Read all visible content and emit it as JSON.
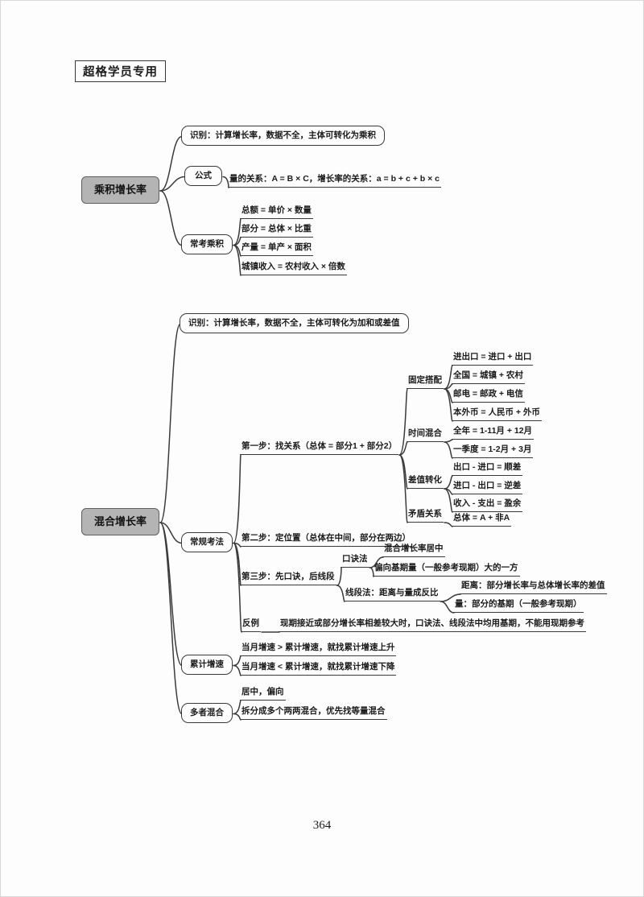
{
  "page": {
    "stamp": "超格学员专用",
    "page_number": "364"
  },
  "colors": {
    "root_fill": "#b4b4b4",
    "root_border": "#5f5f5f",
    "line": "#3a3a3a",
    "text": "#1a1a1a"
  },
  "map1": {
    "root": "乘积增长率",
    "recognize": "识别：计算增长率，数据不全，主体可转化为乘积",
    "formula_label": "公式",
    "formula_text": "量的关系：A = B × C，增长率的关系：a = b + c + b × c",
    "common_label": "常考乘积",
    "common_items": [
      "总额 = 单价 × 数量",
      "部分 = 总体 × 比重",
      "产量 = 单产 × 面积",
      "城镇收入 = 农村收入 × 倍数"
    ]
  },
  "map2": {
    "root": "混合增长率",
    "recognize": "识别：计算增长率，数据不全，主体可转化为加和或差值",
    "standard_label": "常规考法",
    "step1": "第一步：找关系（总体 = 部分1 + 部分2）",
    "fixed_label": "固定搭配",
    "fixed_items": [
      "进出口 = 进口 + 出口",
      "全国 = 城镇 + 农村",
      "邮电 = 邮政 + 电信",
      "本外币 = 人民币 + 外币"
    ],
    "time_label": "时间混合",
    "time_items": [
      "全年 = 1-11月 + 12月",
      "一季度 = 1-2月 + 3月"
    ],
    "diff_label": "差值转化",
    "diff_items": [
      "出口 - 进口 = 顺差",
      "进口 - 出口 = 逆差",
      "收入 - 支出 = 盈余"
    ],
    "contradiction_label": "矛盾关系",
    "contradiction_item": "总体 = A + 非A",
    "step2": "第二步：定位置（总体在中间，部分在两边）",
    "step3": "第三步：先口诀，后线段",
    "mnemonic_label": "口诀法",
    "mnemonic_items": [
      "混合增长率居中",
      "偏向基期量（一般参考现期）大的一方"
    ],
    "segment_label": "线段法：距离与量成反比",
    "segment_items": [
      "距离：部分增长率与总体增长率的差值",
      "量：部分的基期（一般参考现期）"
    ],
    "counterexample_label": "反例",
    "counterexample_text": "现期接近或部分增长率相差较大时，口诀法、线段法中均用基期，不能用现期参考",
    "cumulative_label": "累计增速",
    "cumulative_items": [
      "当月增速 > 累计增速，就找累计增速上升",
      "当月增速 < 累计增速，就找累计增速下降"
    ],
    "multi_label": "多者混合",
    "multi_items": [
      "居中，偏向",
      "拆分成多个两两混合，优先找等量混合"
    ]
  }
}
